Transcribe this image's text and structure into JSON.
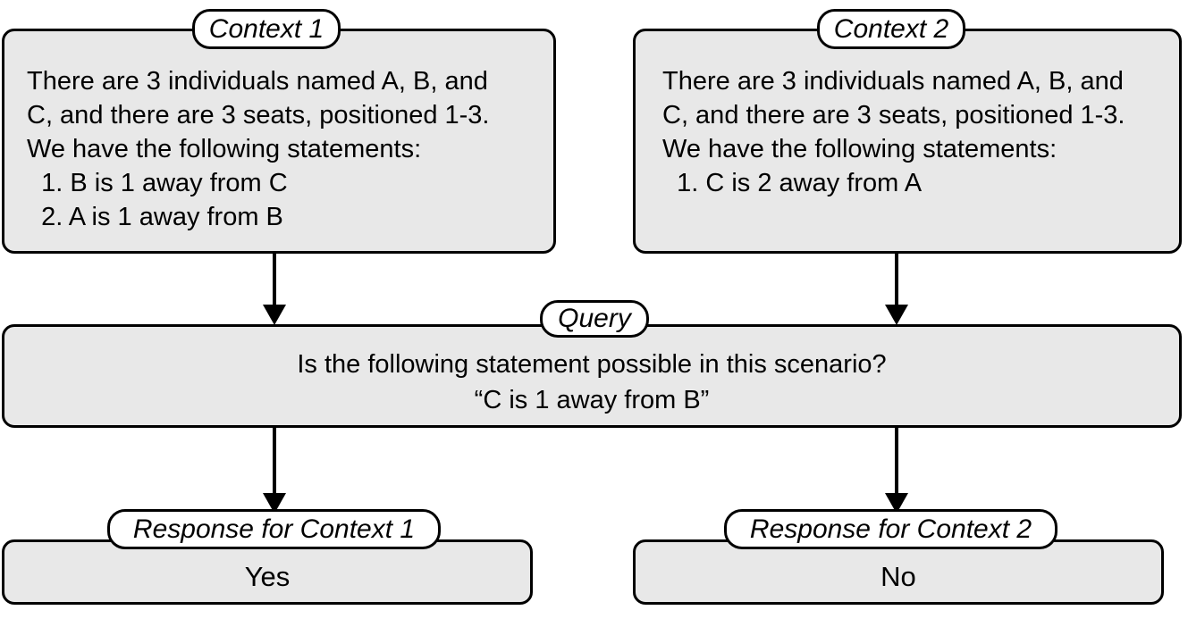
{
  "diagram": {
    "type": "flowchart",
    "title": "Context-dependent query response comparison",
    "fill_color": "#e8e8e8",
    "badge_color": "#ffffff",
    "line_color": "#000000"
  },
  "contexts": [
    {
      "badge": "Context 1",
      "text": "There are 3 individuals named A, B, and\nC, and there are 3 seats, positioned 1-3.\nWe have the following statements:\n  1. B is 1 away from C\n  2. A is 1 away from B"
    },
    {
      "badge": "Context 2",
      "text": "There are 3 individuals named A, B, and\nC, and there are 3 seats, positioned 1-3.\nWe have the following statements:\n  1. C is 2 away from A"
    }
  ],
  "query": {
    "badge": "Query",
    "line1": "Is the following statement possible in this scenario?",
    "line2": "“C is 1 away from B”"
  },
  "responses": [
    {
      "badge": "Response for Context 1",
      "answer": "Yes"
    },
    {
      "badge": "Response for Context 2",
      "answer": "No"
    }
  ],
  "arrows": [
    {
      "name": "context-1-to-query"
    },
    {
      "name": "context-2-to-query"
    },
    {
      "name": "query-to-response-1"
    },
    {
      "name": "query-to-response-2"
    }
  ]
}
